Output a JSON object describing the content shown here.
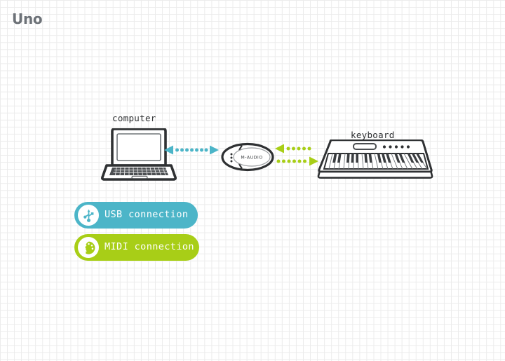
{
  "slide": {
    "title": "Uno",
    "title_color": "#6d7278",
    "background": "#ffffff",
    "grid_color": "#ececec"
  },
  "colors": {
    "usb_accent": "#4cb5c8",
    "midi_accent": "#a8ce17",
    "device_outline": "#2f3133",
    "badge_icon_background": "#ffffff"
  },
  "diagram": {
    "nodes": [
      {
        "id": "computer",
        "label": "computer",
        "icon": "laptop-icon"
      },
      {
        "id": "interface",
        "label": "M-AUDIO",
        "icon": "midi-interface-icon"
      },
      {
        "id": "keyboard",
        "label": "keyboard",
        "icon": "midi-keyboard-icon"
      }
    ],
    "connections": [
      {
        "id": "usb",
        "from": "computer",
        "to": "interface",
        "type": "USB",
        "style": "dotted",
        "direction": "bidirectional",
        "color": "#4cb5c8",
        "dot_count": 7
      },
      {
        "id": "midi",
        "from": "interface",
        "to": "keyboard",
        "type": "MIDI",
        "style": "dotted",
        "direction": "two-one-way-arrows",
        "color": "#a8ce17",
        "dot_count": 5,
        "arrows": [
          {
            "points": "left",
            "dot_count": 5
          },
          {
            "points": "right",
            "dot_count": 5
          }
        ]
      }
    ]
  },
  "legend": {
    "items": [
      {
        "id": "usb",
        "label": "USB connection",
        "icon": "usb-icon",
        "color": "#4cb5c8"
      },
      {
        "id": "midi",
        "label": "MIDI connection",
        "icon": "midi-din-icon",
        "color": "#a8ce17"
      }
    ]
  }
}
